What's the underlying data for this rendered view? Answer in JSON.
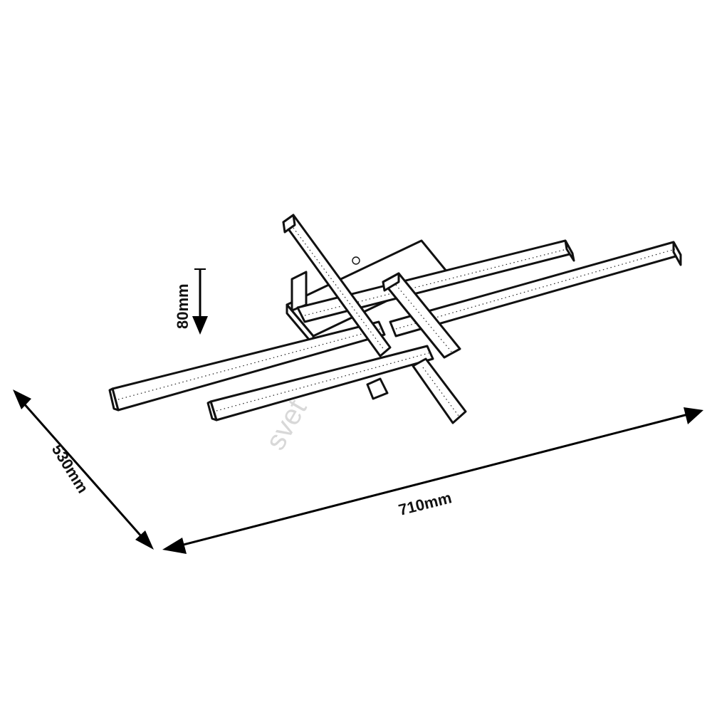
{
  "dimensions": {
    "height": "80mm",
    "depth": "530mm",
    "width": "710mm"
  },
  "watermark": "svet",
  "colors": {
    "line": "#111111",
    "background": "#ffffff"
  }
}
